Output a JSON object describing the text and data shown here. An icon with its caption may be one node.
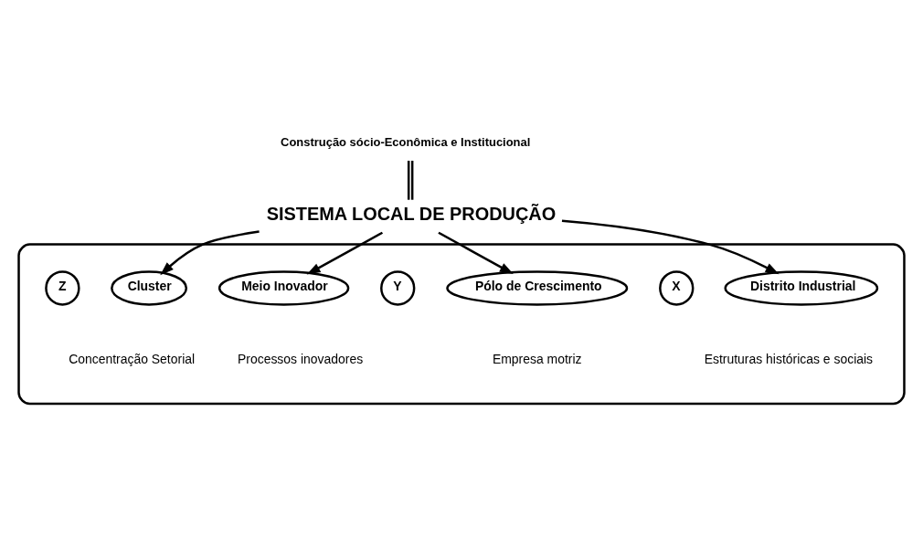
{
  "diagram": {
    "nodes": [
      {
        "text": [],
        "shape": "ellipse"
      },
      {
        "text": [
          "Construção sócio-Econômica e Institucional"
        ]
      },
      {
        "text": [
          "SISTEMA LOCAL DE PRODUÇÃO"
        ]
      },
      {
        "text": [
          "Distrito Industrial"
        ],
        "in": 0,
        "beside": [
          "Estruturas históricas e sociais"
        ]
      },
      {
        "text": [
          "X"
        ],
        "in": 0
      },
      {
        "text": [
          "Pólo de Crescimento"
        ],
        "in": 0,
        "beside": [
          "Empresa motriz"
        ]
      },
      {
        "text": [
          "Y"
        ],
        "in": 0
      },
      {
        "text": [
          "Meio Inovador"
        ],
        "in": 0,
        "beside": [
          "Processos inovadores"
        ]
      },
      {
        "text": [
          "Cluster"
        ],
        "in": 0,
        "beside": [
          "Concentração Setorial"
        ]
      },
      {
        "text": [
          "Z"
        ],
        "in": 0
      }
    ],
    "edges": [
      {
        "from": 1,
        "to": 2,
        "arrow": "none"
      },
      {
        "from": 2,
        "to": 3,
        "arrow": "to"
      },
      {
        "from": 2,
        "to": 5,
        "arrow": "to"
      },
      {
        "from": 2,
        "to": 7,
        "arrow": "to"
      },
      {
        "from": 2,
        "to": 8,
        "arrow": "to"
      }
    ]
  }
}
